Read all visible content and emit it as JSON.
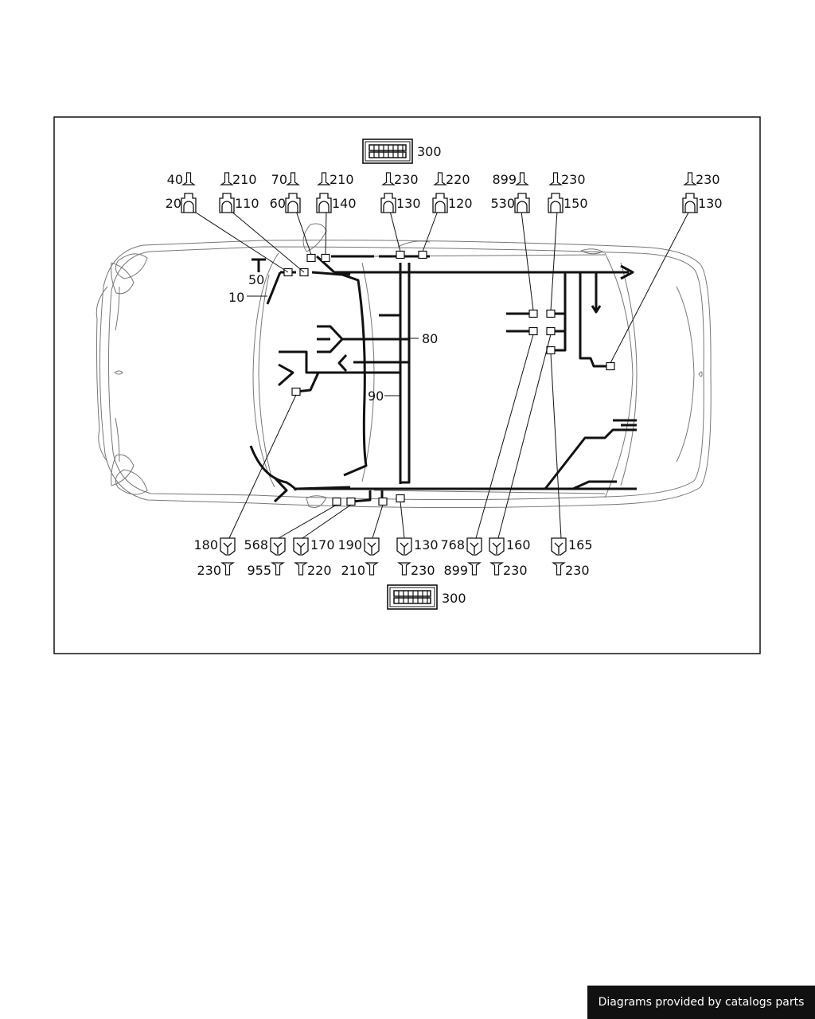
{
  "connector_block": {
    "label": "300"
  },
  "harness": {
    "l10": "10",
    "l50": "50",
    "l80": "80",
    "l90": "90"
  },
  "top": [
    {
      "upper": "40",
      "lower": "20",
      "layout": "left"
    },
    {
      "upper": "210",
      "lower": "110",
      "layout": "right"
    },
    {
      "upper": "70",
      "lower": "60",
      "layout": "left"
    },
    {
      "upper": "210",
      "lower": "140",
      "layout": "right"
    },
    {
      "upper": "230",
      "lower": "130",
      "layout": "right"
    },
    {
      "upper": "220",
      "lower": "120",
      "layout": "right"
    },
    {
      "upper": "899",
      "lower": "530",
      "layout": "left"
    },
    {
      "upper": "230",
      "lower": "150",
      "layout": "right"
    },
    {
      "upper": "230",
      "lower": "130",
      "layout": "right"
    }
  ],
  "bottom": [
    {
      "upper": "180",
      "lower": "230",
      "layout": "left"
    },
    {
      "upper": "568",
      "lower": "955",
      "layout": "left"
    },
    {
      "upper": "170",
      "lower": "220",
      "layout": "right"
    },
    {
      "upper": "190",
      "lower": "210",
      "layout": "left"
    },
    {
      "upper": "130",
      "lower": "230",
      "layout": "right"
    },
    {
      "upper": "768",
      "lower": "899",
      "layout": "left"
    },
    {
      "upper": "160",
      "lower": "230",
      "layout": "right"
    },
    {
      "upper": "165",
      "lower": "230",
      "layout": "right"
    }
  ],
  "footer": {
    "text": "Diagrams provided by catalogs parts"
  },
  "icons": [
    "connector-block-icon",
    "terminal-pin-icon",
    "connector-socket-icon",
    "connector-plug-icon",
    "terminal-pin-inverted-icon"
  ]
}
